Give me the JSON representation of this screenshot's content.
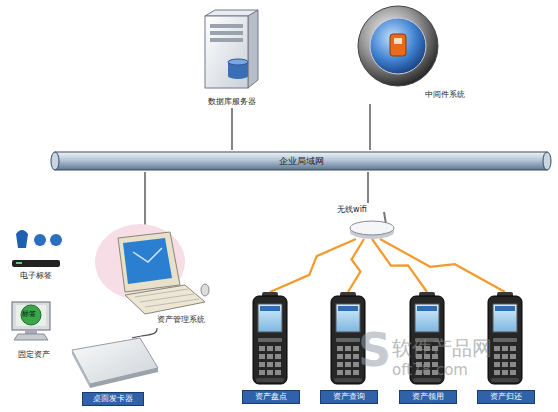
{
  "diagram": {
    "nodes": [
      {
        "text": [
          "数据库服务器"
        ]
      },
      {
        "text": [
          "中间件系统"
        ]
      },
      {
        "text": [
          "企业局域网"
        ]
      },
      {
        "text": [
          "电子标签"
        ]
      },
      {
        "text": [
          "资产管理系统"
        ]
      },
      {
        "text": [
          "无线wifi"
        ]
      },
      {
        "text": [
          "固定资产"
        ]
      },
      {
        "text": [
          "资产盘点"
        ]
      },
      {
        "text": [
          "资产查询"
        ]
      },
      {
        "text": [
          "资产领用"
        ]
      },
      {
        "text": [
          "资产归还"
        ]
      },
      {
        "text": [
          "桌面发卡器"
        ]
      }
    ],
    "edges": [
      {
        "from": 0,
        "to": 2,
        "arrow": "none"
      },
      {
        "from": 1,
        "to": 2,
        "arrow": "none"
      },
      {
        "from": 2,
        "to": 4,
        "arrow": "none"
      },
      {
        "from": 2,
        "to": 5,
        "arrow": "none"
      },
      {
        "from": 5,
        "to": 7,
        "arrow": "none"
      },
      {
        "from": 5,
        "to": 8,
        "arrow": "none"
      },
      {
        "from": 5,
        "to": 9,
        "arrow": "none"
      },
      {
        "from": 5,
        "to": 10,
        "arrow": "none"
      },
      {
        "from": 4,
        "to": 11,
        "arrow": "none"
      }
    ],
    "labels": [
      "标签",
      "S",
      "软件产品网",
      "oft78.com"
    ]
  }
}
